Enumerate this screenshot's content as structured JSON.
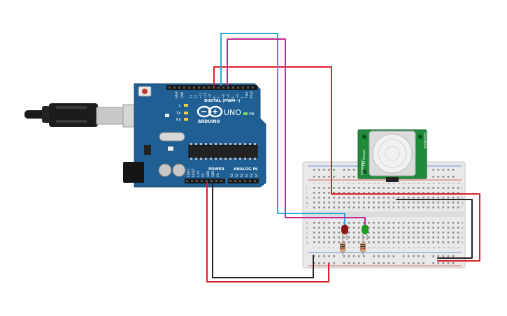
{
  "board": {
    "brand": "ARDUINO",
    "model": "UNO",
    "digital_label": "DIGITAL (PWM~)",
    "power_label": "POWER",
    "analog_label": "ANALOG IN",
    "led_l": "L",
    "led_tx": "TX",
    "led_rx": "RX",
    "led_on": "ON",
    "aref": "AREF",
    "gnd": "GND",
    "digital_pins": [
      "13",
      "12",
      "~11",
      "~10",
      "~9",
      "8",
      "7",
      "~6",
      "~5",
      "4",
      "~3",
      "2",
      "TX▸1",
      "RX◂0"
    ],
    "power_pins": [
      "IOREF",
      "RESET",
      "3.3V",
      "5V",
      "GND",
      "GND",
      "Vin"
    ],
    "analog_pins": [
      "A0",
      "A1",
      "A2",
      "A3",
      "A4",
      "A5"
    ]
  },
  "sensor": {
    "label_left": "PIR Sensor",
    "label_bottom": "AMMNI66",
    "label_right": "R20 MRR1"
  },
  "breadboard": {
    "row_labels": [
      "a",
      "b",
      "c",
      "d",
      "e",
      "f",
      "g",
      "h",
      "i",
      "j"
    ],
    "column_count": 30
  },
  "components": {
    "led_red_color": "#8b1414",
    "led_green_color": "#1e9a22"
  },
  "colors": {
    "board_blue": "#1f5f93",
    "wire_red": "#d8202a",
    "wire_cyan": "#2aa8d8",
    "wire_magenta": "#c0288c",
    "wire_black": "#222222",
    "sensor_green": "#1f8a3a"
  }
}
